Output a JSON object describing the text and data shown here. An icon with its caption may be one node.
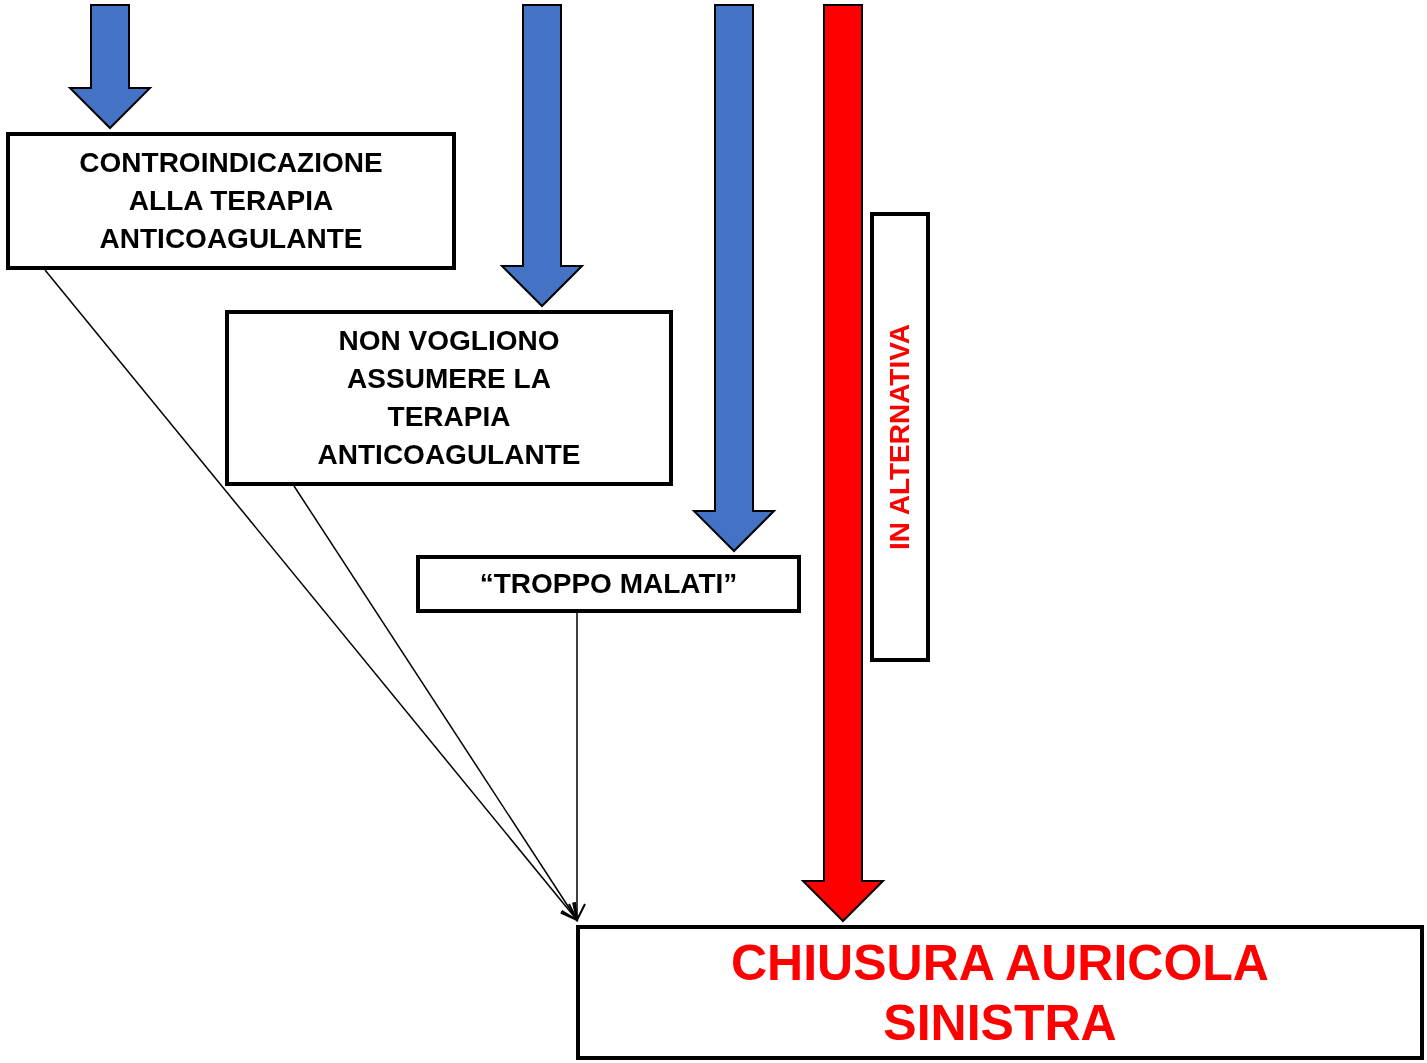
{
  "diagram": {
    "nodes": [
      {
        "text": [
          "CONTROINDICAZIONE ALLA TERAPIA ANTICOAGULANTE"
        ]
      },
      {
        "text": [
          "NON VOGLIONO ASSUMERE LA TERAPIA ANTICOAGULANTE"
        ]
      },
      {
        "text": [
          "“TROPPO MALATI”"
        ]
      },
      {
        "text": [
          "IN ALTERNATIVA"
        ]
      },
      {
        "text": [
          "CHIUSURA AURICOLA SINISTRA"
        ]
      }
    ],
    "edges": [
      {
        "from": null,
        "to": 0,
        "arrow": "to",
        "style": "thick",
        "color": "#4472c4"
      },
      {
        "from": null,
        "to": 1,
        "arrow": "to",
        "style": "thick",
        "color": "#4472c4"
      },
      {
        "from": null,
        "to": 2,
        "arrow": "to",
        "style": "thick",
        "color": "#4472c4"
      },
      {
        "from": null,
        "to": 4,
        "arrow": "to",
        "style": "thick",
        "color": "#ff0000"
      },
      {
        "from": 0,
        "to": 4,
        "arrow": "to"
      },
      {
        "from": 1,
        "to": 4,
        "arrow": "to"
      },
      {
        "from": 2,
        "to": 4,
        "arrow": "to"
      }
    ]
  }
}
